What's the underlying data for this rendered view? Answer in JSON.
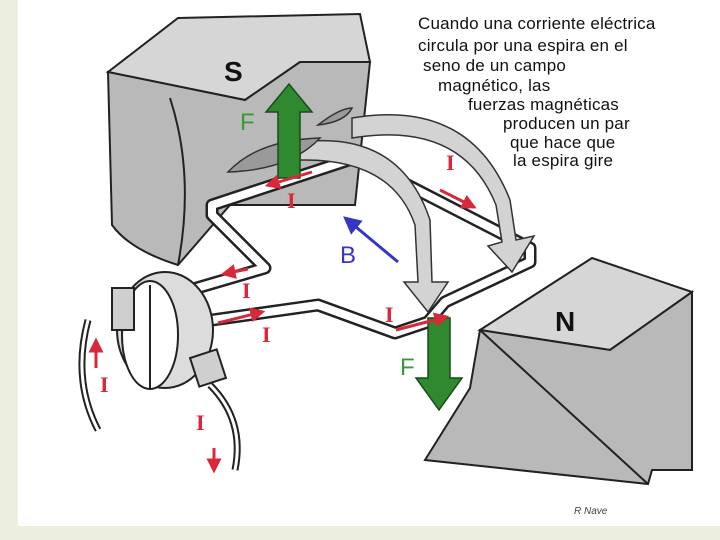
{
  "caption": {
    "lines": [
      "Cuando una corriente eléctrica",
      "circula por una espira en el",
      "seno de un campo",
      "magnético, las",
      "fuerzas magnéticas",
      "producen un par",
      "que hace que",
      "la espira gire"
    ]
  },
  "labels": {
    "south_pole": "S",
    "north_pole": "N",
    "force": "F",
    "field": "B",
    "current": "I"
  },
  "credit": "R Nave",
  "colors": {
    "magnet": "#b9b9b9",
    "force_arrow": "#2f8a2f",
    "current": "#d8283a",
    "field_arrow": "#3535c8"
  }
}
